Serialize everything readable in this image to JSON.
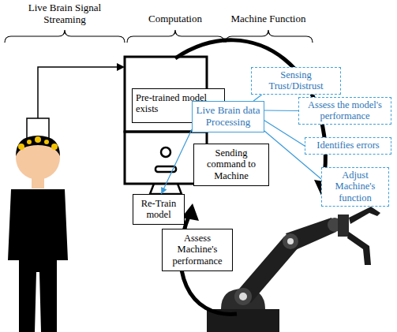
{
  "diagram": {
    "nodes": [
      {
        "text": [
          "Sensing Trust/Distrust"
        ]
      },
      {
        "text": [
          "Pre-trained model exists"
        ]
      },
      {
        "text": [
          "Assess the model's performance"
        ]
      },
      {
        "text": [
          "Live Brain data Processing"
        ]
      },
      {
        "text": [
          "Identifies errors"
        ]
      },
      {
        "text": [
          "Sending command to Machine"
        ]
      },
      {
        "text": [
          "Adjust Machine's function"
        ]
      },
      {
        "text": [
          "Re-Train model"
        ]
      },
      {
        "text": [
          "Assess Machine's performance"
        ]
      }
    ],
    "edges": [
      {
        "from": 3,
        "to": 0,
        "arrow": "none"
      },
      {
        "from": 3,
        "to": 2,
        "arrow": "none"
      },
      {
        "from": 3,
        "to": 4,
        "arrow": "none"
      },
      {
        "from": 3,
        "to": 6,
        "arrow": "none"
      },
      {
        "from": 3,
        "to": 7,
        "arrow": "to"
      }
    ],
    "labels": [
      "Live Brain Signal Streaming",
      "Computation",
      "Machine Function"
    ]
  }
}
